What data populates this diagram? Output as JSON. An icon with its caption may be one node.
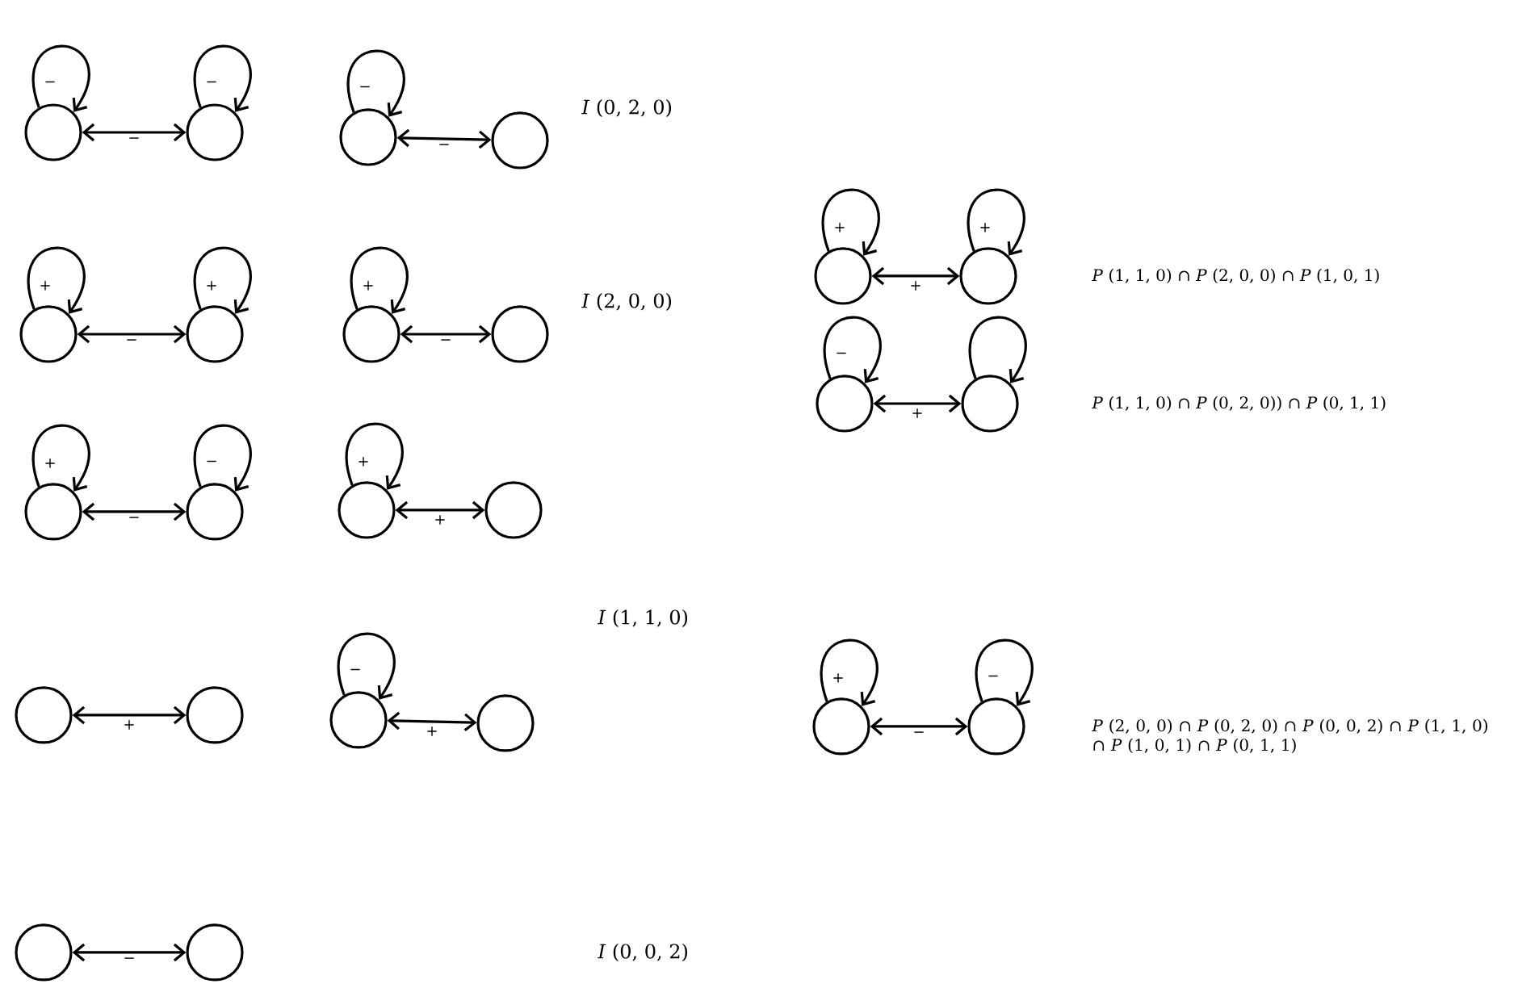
{
  "diagram": {
    "nodes": [
      {
        "text": [],
        "shape": "circle"
      },
      {
        "text": [],
        "shape": "circle"
      },
      {
        "text": [],
        "shape": "circle"
      },
      {
        "text": [],
        "shape": "circle"
      },
      {
        "text": [],
        "shape": "circle"
      },
      {
        "text": [],
        "shape": "circle"
      },
      {
        "text": [],
        "shape": "circle"
      },
      {
        "text": [],
        "shape": "circle"
      },
      {
        "text": [],
        "shape": "circle"
      },
      {
        "text": [],
        "shape": "circle"
      },
      {
        "text": [],
        "shape": "circle"
      },
      {
        "text": [],
        "shape": "circle"
      },
      {
        "text": [],
        "shape": "circle"
      },
      {
        "text": [],
        "shape": "circle"
      },
      {
        "text": [],
        "shape": "circle"
      },
      {
        "text": [],
        "shape": "circle"
      },
      {
        "text": [],
        "shape": "circle"
      },
      {
        "text": [],
        "shape": "circle"
      },
      {
        "text": [],
        "shape": "circle"
      },
      {
        "text": [],
        "shape": "circle"
      },
      {
        "text": [],
        "shape": "circle"
      },
      {
        "text": [],
        "shape": "circle"
      },
      {
        "text": [],
        "shape": "circle"
      },
      {
        "text": [],
        "shape": "circle"
      }
    ],
    "edges": [
      {
        "from": 0,
        "to": 0,
        "arrow": "to",
        "label": "−"
      },
      {
        "from": 1,
        "to": 1,
        "arrow": "to",
        "label": "−"
      },
      {
        "from": 0,
        "to": 1,
        "arrow": "both",
        "label": "−"
      },
      {
        "from": 2,
        "to": 2,
        "arrow": "to",
        "label": "−"
      },
      {
        "from": 2,
        "to": 3,
        "arrow": "both",
        "label": "−"
      },
      {
        "from": 4,
        "to": 4,
        "arrow": "to",
        "label": "+"
      },
      {
        "from": 5,
        "to": 5,
        "arrow": "to",
        "label": "+"
      },
      {
        "from": 4,
        "to": 5,
        "arrow": "both",
        "label": "−"
      },
      {
        "from": 6,
        "to": 6,
        "arrow": "to",
        "label": "+"
      },
      {
        "from": 6,
        "to": 7,
        "arrow": "both",
        "label": "−"
      },
      {
        "from": 8,
        "to": 8,
        "arrow": "to",
        "label": "+"
      },
      {
        "from": 9,
        "to": 9,
        "arrow": "to",
        "label": "−"
      },
      {
        "from": 8,
        "to": 9,
        "arrow": "both",
        "label": "−"
      },
      {
        "from": 10,
        "to": 10,
        "arrow": "to",
        "label": "+"
      },
      {
        "from": 10,
        "to": 11,
        "arrow": "both",
        "label": "+"
      },
      {
        "from": 12,
        "to": 13,
        "arrow": "both",
        "label": "+"
      },
      {
        "from": 14,
        "to": 14,
        "arrow": "to",
        "label": "−"
      },
      {
        "from": 14,
        "to": 15,
        "arrow": "both",
        "label": "+"
      },
      {
        "from": 16,
        "to": 17,
        "arrow": "both",
        "label": "−"
      },
      {
        "from": 18,
        "to": 18,
        "arrow": "to",
        "label": "+"
      },
      {
        "from": 19,
        "to": 19,
        "arrow": "to",
        "label": "+"
      },
      {
        "from": 18,
        "to": 19,
        "arrow": "both",
        "label": "+"
      },
      {
        "from": 20,
        "to": 20,
        "arrow": "to",
        "label": "−"
      },
      {
        "from": 21,
        "to": 21,
        "arrow": "to"
      },
      {
        "from": 20,
        "to": 21,
        "arrow": "both",
        "label": "+"
      },
      {
        "from": 22,
        "to": 22,
        "arrow": "to",
        "label": "+"
      },
      {
        "from": 23,
        "to": 23,
        "arrow": "to",
        "label": "−"
      },
      {
        "from": 22,
        "to": 23,
        "arrow": "both",
        "label": "−"
      }
    ],
    "labels": [
      "*I* (0, 2, 0)",
      "*I* (2, 0, 0)",
      "*P* (1, 1, 0) ∩ *P* (2, 0, 0) ∩ *P* (1, 0, 1)",
      "*P* (1, 1, 0) ∩ *P* (0, 2, 0)) ∩ *P* (0, 1, 1)",
      "*I* (1, 1, 0)",
      "*P* (2, 0, 0) ∩ *P* (0, 2, 0) ∩ *P* (0, 0, 2) ∩ *P* (1, 1, 0) ∩ *P* (1, 0, 1) ∩ *P* (0, 1, 1)",
      "*I* (0, 0, 2)"
    ]
  }
}
